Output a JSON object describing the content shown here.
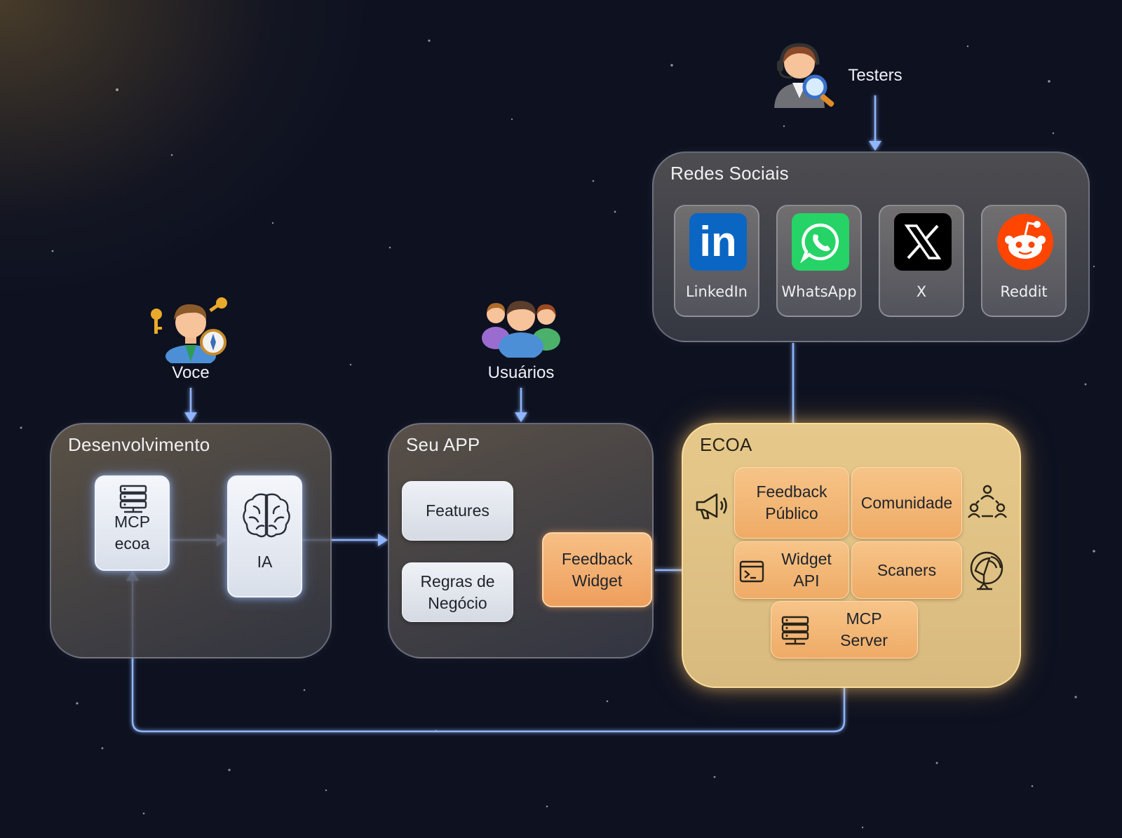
{
  "actors": {
    "voce": "Voce",
    "usuarios": "Usuários",
    "testers": "Testers"
  },
  "groups": {
    "dev": "Desenvolvimento",
    "app": "Seu APP",
    "social": "Redes Sociais",
    "ecoa": "ECOA"
  },
  "dev": {
    "mcp": "MCP\necoa",
    "ia": "IA"
  },
  "app": {
    "features": "Features",
    "rules": "Regras de\nNegócio",
    "widget": "Feedback\nWidget"
  },
  "social": {
    "items": [
      "LinkedIn",
      "WhatsApp",
      "X",
      "Reddit"
    ],
    "linkedin_logo": "in"
  },
  "ecoa": {
    "feedback": "Feedback\nPúblico",
    "comunidade": "Comunidade",
    "widget_api": "Widget\nAPI",
    "scaners": "Scaners",
    "mcp_server": "MCP\nServer"
  },
  "colors": {
    "connector": "#8fb6ff",
    "ecoa_fill": "#e2c487",
    "orange_node": "#f2a964",
    "linkedin": "#0a66c2",
    "whatsapp": "#25d366",
    "x": "#000000",
    "reddit": "#ff4500"
  },
  "icons": [
    "person-with-keys-icon",
    "users-group-icon",
    "support-agent-icon",
    "server-icon",
    "brain-icon",
    "megaphone-icon",
    "community-icon",
    "terminal-icon",
    "radar-icon"
  ]
}
